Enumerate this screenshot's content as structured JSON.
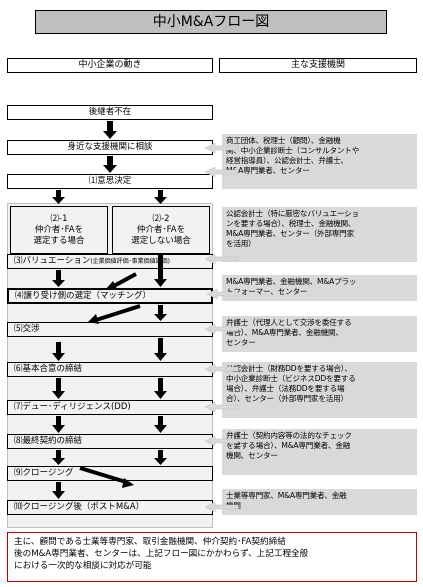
{
  "title": "中小M&Aフロー図",
  "headers": {
    "left": "中小企業の動き",
    "right": "主な支援機関"
  },
  "flow": {
    "no_successor": "後継者不在",
    "consult": "身近な支援機関に相談",
    "decision": "⑴意思決定",
    "branch_1": "⑵-1\n仲介者･FAを\n選定する場合",
    "branch_2": "⑵-2\n仲介者･FAを\n選定しない場合",
    "valuation_main": "⑶バリュエーション",
    "valuation_sub": "(企業価値評価･事業価値評価)",
    "matching": "⑷譲り受け側の選定（マッチング）",
    "negotiation": "⑸交渉",
    "basic_agreement": "⑹基本合意の締結",
    "due_diligence": "⑺デュー･ディリジェンス(DD)",
    "final_contract": "⑻最終契約の締結",
    "closing": "⑼クロージング",
    "post_closing": "⑽クロージング後（ポストM&A）"
  },
  "support": {
    "consult": "商工団体、税理士（顧問）、金融機\n関、中小企業診断士（コンサルタントや\n経営指導員）、公認会計士、弁護士、\nM&A専門業者、センター",
    "valuation": "公認会計士（特に厳密なバリュエーショ\nンを要する場合）、税理士、金融機関、\nM&A専門業者、センター（外部専門家\nを活用）",
    "matching": "M&A専門業者、金融機関、M&Aプラッ\nトフォーマー、センター",
    "negotiation": "弁護士（代理人として交渉を委任する\n場合）、M&A専門業者、金融機関、\nセンター",
    "dd": "公認会計士（財務DDを要する場合）、\n中小企業診断士（ビジネスDDを要する\n場合）、弁護士（法務DDを要する場\n合）、センター（外部専門家を活用）",
    "final": "弁護士（契約内容等の法的なチェック\nを要する場合）、M&A専門業者、金融\n機関、センター",
    "post": "士業等専門家、M&A専門業者、金融\n機関"
  },
  "note": "主に、顧問である士業等専門家、取引金融機関、仲介契約･FA契約締結\n後のM&A専門業者、センターは、上記フロー図にかかわらず、上記工程全般\nにおける一次的な相談に対応が可能",
  "colors": {
    "title_bg": "#bfbfbf",
    "support_bg": "#d9d9d9",
    "branch_bg": "#f2f2f2",
    "note_border": "#c00000",
    "connector_arrow": "#d9d9d9"
  }
}
